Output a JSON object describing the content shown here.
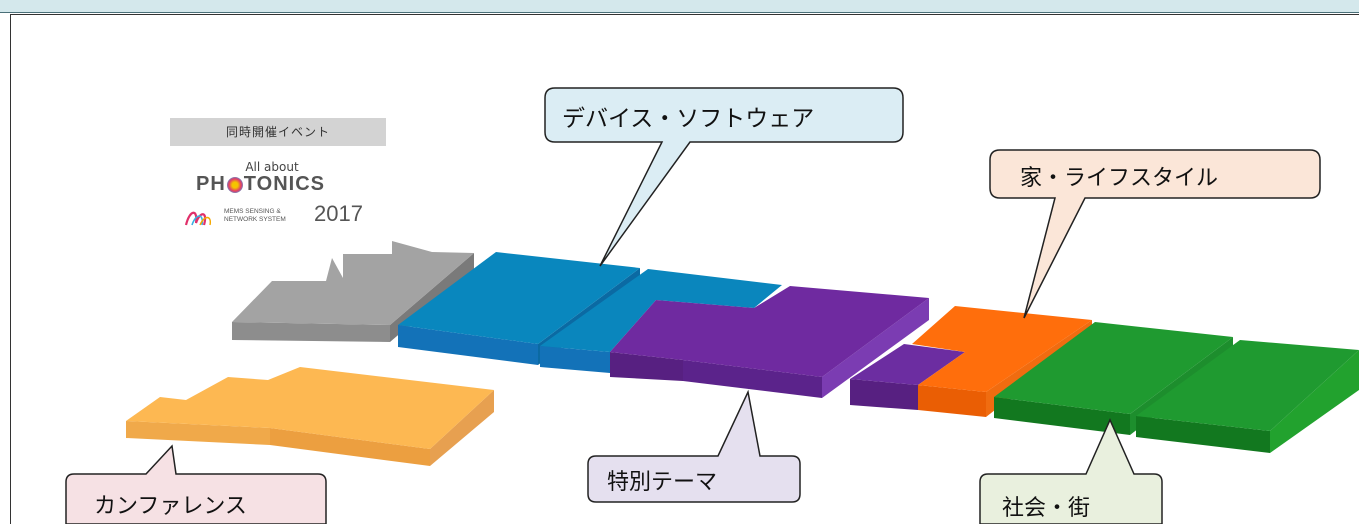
{
  "colors": {
    "devices": "#0c86be",
    "special": "#6c2d9c",
    "lifestyle": "#ff6a00",
    "society": "#1d9a2d",
    "conference": "#fcb750",
    "co_located": "#a0a0a0"
  },
  "co_located_event": {
    "label": "同時開催イベント",
    "logo_top": "All about",
    "logo_main_left": "PH",
    "logo_main_right": "TONICS",
    "logo_sub_line1": "MEMS SENSING &",
    "logo_sub_line2": "NETWORK SYSTEM",
    "logo_year": "2017"
  },
  "zones": [
    {
      "id": "devices",
      "label": "デバイス・ソフトウェア",
      "callout_bg": "#dbedf4"
    },
    {
      "id": "lifestyle",
      "label": "家・ライフスタイル",
      "callout_bg": "#fbe6d8"
    },
    {
      "id": "special",
      "label": "特別テーマ",
      "callout_bg": "#e5e0ef"
    },
    {
      "id": "society",
      "label": "社会・街",
      "callout_bg": "#e9f0de"
    },
    {
      "id": "conference",
      "label": "カンファレンス",
      "callout_bg": "#f6e1e4"
    }
  ]
}
